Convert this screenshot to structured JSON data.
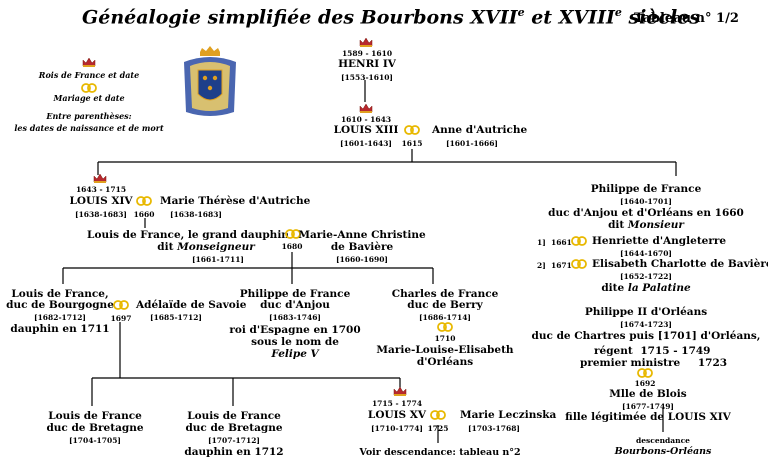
{
  "title": {
    "main": "Généalogie simplifiée des Bourbons",
    "c1": "XVII",
    "e1": "e",
    "et": "et",
    "c2": "XVIII",
    "e2": "e",
    "tail": "siècles"
  },
  "table_label": "Tableau n° 1/2",
  "legend": {
    "kings": "Rois de France et date",
    "marriage": "Mariage et date",
    "paren1": "Entre parenthèses:",
    "paren2": "les dates de naissance et de mort"
  },
  "people": {
    "henri4": {
      "reign": "1589 - 1610",
      "name": "HENRI IV",
      "dates": "[1553-1610]"
    },
    "louis13": {
      "reign": "1610 - 1643",
      "name": "LOUIS XIII",
      "dates": "[1601-1643]",
      "mdate": "1615"
    },
    "anne": {
      "name": "Anne d'Autriche",
      "dates": "[1601-1666]"
    },
    "louis14": {
      "reign": "1643 - 1715",
      "name": "LOUIS XIV",
      "dates": "[1638-1683]",
      "mdate": "1660"
    },
    "mtherese": {
      "name": "Marie Thérèse d'Autriche",
      "dates": "[1638-1683]"
    },
    "dauphin": {
      "line1": "Louis de France, le grand dauphin",
      "dit": "dit",
      "nick": "Monseigneur",
      "dates": "[1661-1711]",
      "mdate": "1680"
    },
    "mariaanne": {
      "line1": "Marie-Anne Christine",
      "line2": "de Bavière",
      "dates": "[1660-1690]"
    },
    "bourgogne": {
      "line1": "Louis de France,",
      "line2": "duc de Bourgogne",
      "dates": "[1682-1712]",
      "extra": "dauphin en 1711",
      "mdate": "1697"
    },
    "adelaide": {
      "name": "Adélaïde de Savoie",
      "dates": "[1685-1712]"
    },
    "anjou": {
      "line1": "Philippe de France",
      "line2": "duc d'Anjou",
      "dates": "[1683-1746]",
      "l3": "roi d'Espagne en 1700",
      "l4": "sous le nom de",
      "l5": "Felipe V"
    },
    "berry": {
      "line1": "Charles de France",
      "line2": "duc de Berry",
      "dates": "[1686-1714]",
      "mdate": "1710"
    },
    "mlelisabeth": {
      "line1": "Marie-Louise-Elisabeth",
      "line2": "d'Orléans"
    },
    "bretagne1": {
      "line1": "Louis de France",
      "line2": "duc de Bretagne",
      "dates": "[1704-1705]"
    },
    "bretagne2": {
      "line1": "Louis de France",
      "line2": "duc de Bretagne",
      "dates": "[1707-1712]",
      "extra": "dauphin en 1712"
    },
    "louis15": {
      "reign": "1715 - 1774",
      "name": "LOUIS XV",
      "dates": "[1710-1774]",
      "mdate": "1725",
      "see": "Voir descendance: tableau n°2"
    },
    "leczinska": {
      "name": "Marie Leczinska",
      "dates": "[1703-1768]"
    },
    "orleans1": {
      "line1": "Philippe de France",
      "dates": "[1640-1701]",
      "l2": "duc d'Anjou et d'Orléans en 1660",
      "dit": "dit",
      "nick": "Monsieur"
    },
    "henriette": {
      "num": "1]",
      "mdate": "1661",
      "name": "Henriette d'Angleterre",
      "dates": "[1644-1670]"
    },
    "elisabeth": {
      "num": "2]",
      "mdate": "1671",
      "name": "Elisabeth Charlotte de Bavière",
      "dates": "[1652-1722]",
      "dite": "dite",
      "nick": "la Palatine"
    },
    "orleans2": {
      "line1": "Philippe II d'Orléans",
      "dates": "[1674-1723]",
      "l2": "duc de Chartres puis [1701] d'Orléans,",
      "l3a": "régent",
      "l3b": "1715 - 1749",
      "l4a": "premier ministre",
      "l4b": "1723",
      "mdate": "1692"
    },
    "blois": {
      "line1": "Mlle de Blois",
      "dates": "[1677-1749]",
      "l2": "fille légitimée de LOUIS XIV",
      "desc": "descendance",
      "descname": "Bourbons-Orléans"
    }
  },
  "icons": {
    "crown": "crown-icon",
    "rings": "wedding-rings-icon",
    "arms": "coat-of-arms-icon"
  },
  "colors": {
    "crown": "#b8282e",
    "crown_gold": "#e0a020",
    "rings": "#e8b800",
    "shield": "#1e3f8a",
    "mantle": "#4a66b0",
    "lines": "#000000"
  }
}
